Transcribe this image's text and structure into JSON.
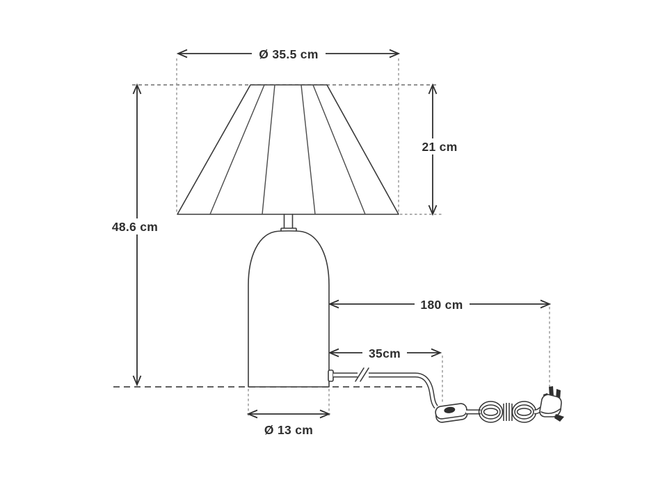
{
  "labels": {
    "shade_diameter": "Ø 35.5 cm",
    "shade_height": "21 cm",
    "total_height": "48.6 cm",
    "cable_length": "180 cm",
    "switch_distance": "35cm",
    "base_diameter": "Ø 13 cm"
  },
  "colors": {
    "line": "#3a3a3a",
    "dimension_line": "#2f2f2f",
    "extension_dash": "#949494",
    "floor_dash": "#4a4a4a",
    "text": "#2e2e2e",
    "background": "#ffffff"
  }
}
